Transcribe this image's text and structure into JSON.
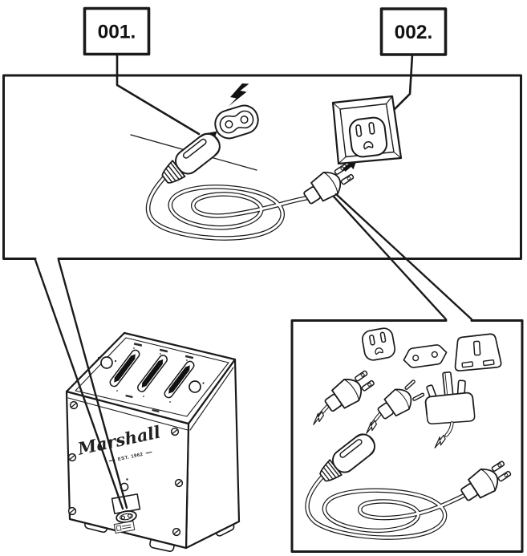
{
  "callouts": {
    "step_1": "001.",
    "step_2": "002."
  },
  "speaker": {
    "brand_logo": "Marshall",
    "established": "EST. 1962"
  },
  "colors": {
    "line": "#1a1a1a",
    "background": "#ffffff"
  },
  "icons": {
    "lightning-bolt-icon": "⚡",
    "insertion-arrow-icon": "➤",
    "c7-figure8-inlet-icon": "8-shaped power inlet",
    "cut-cable-icon": "zigzag cut-end"
  }
}
